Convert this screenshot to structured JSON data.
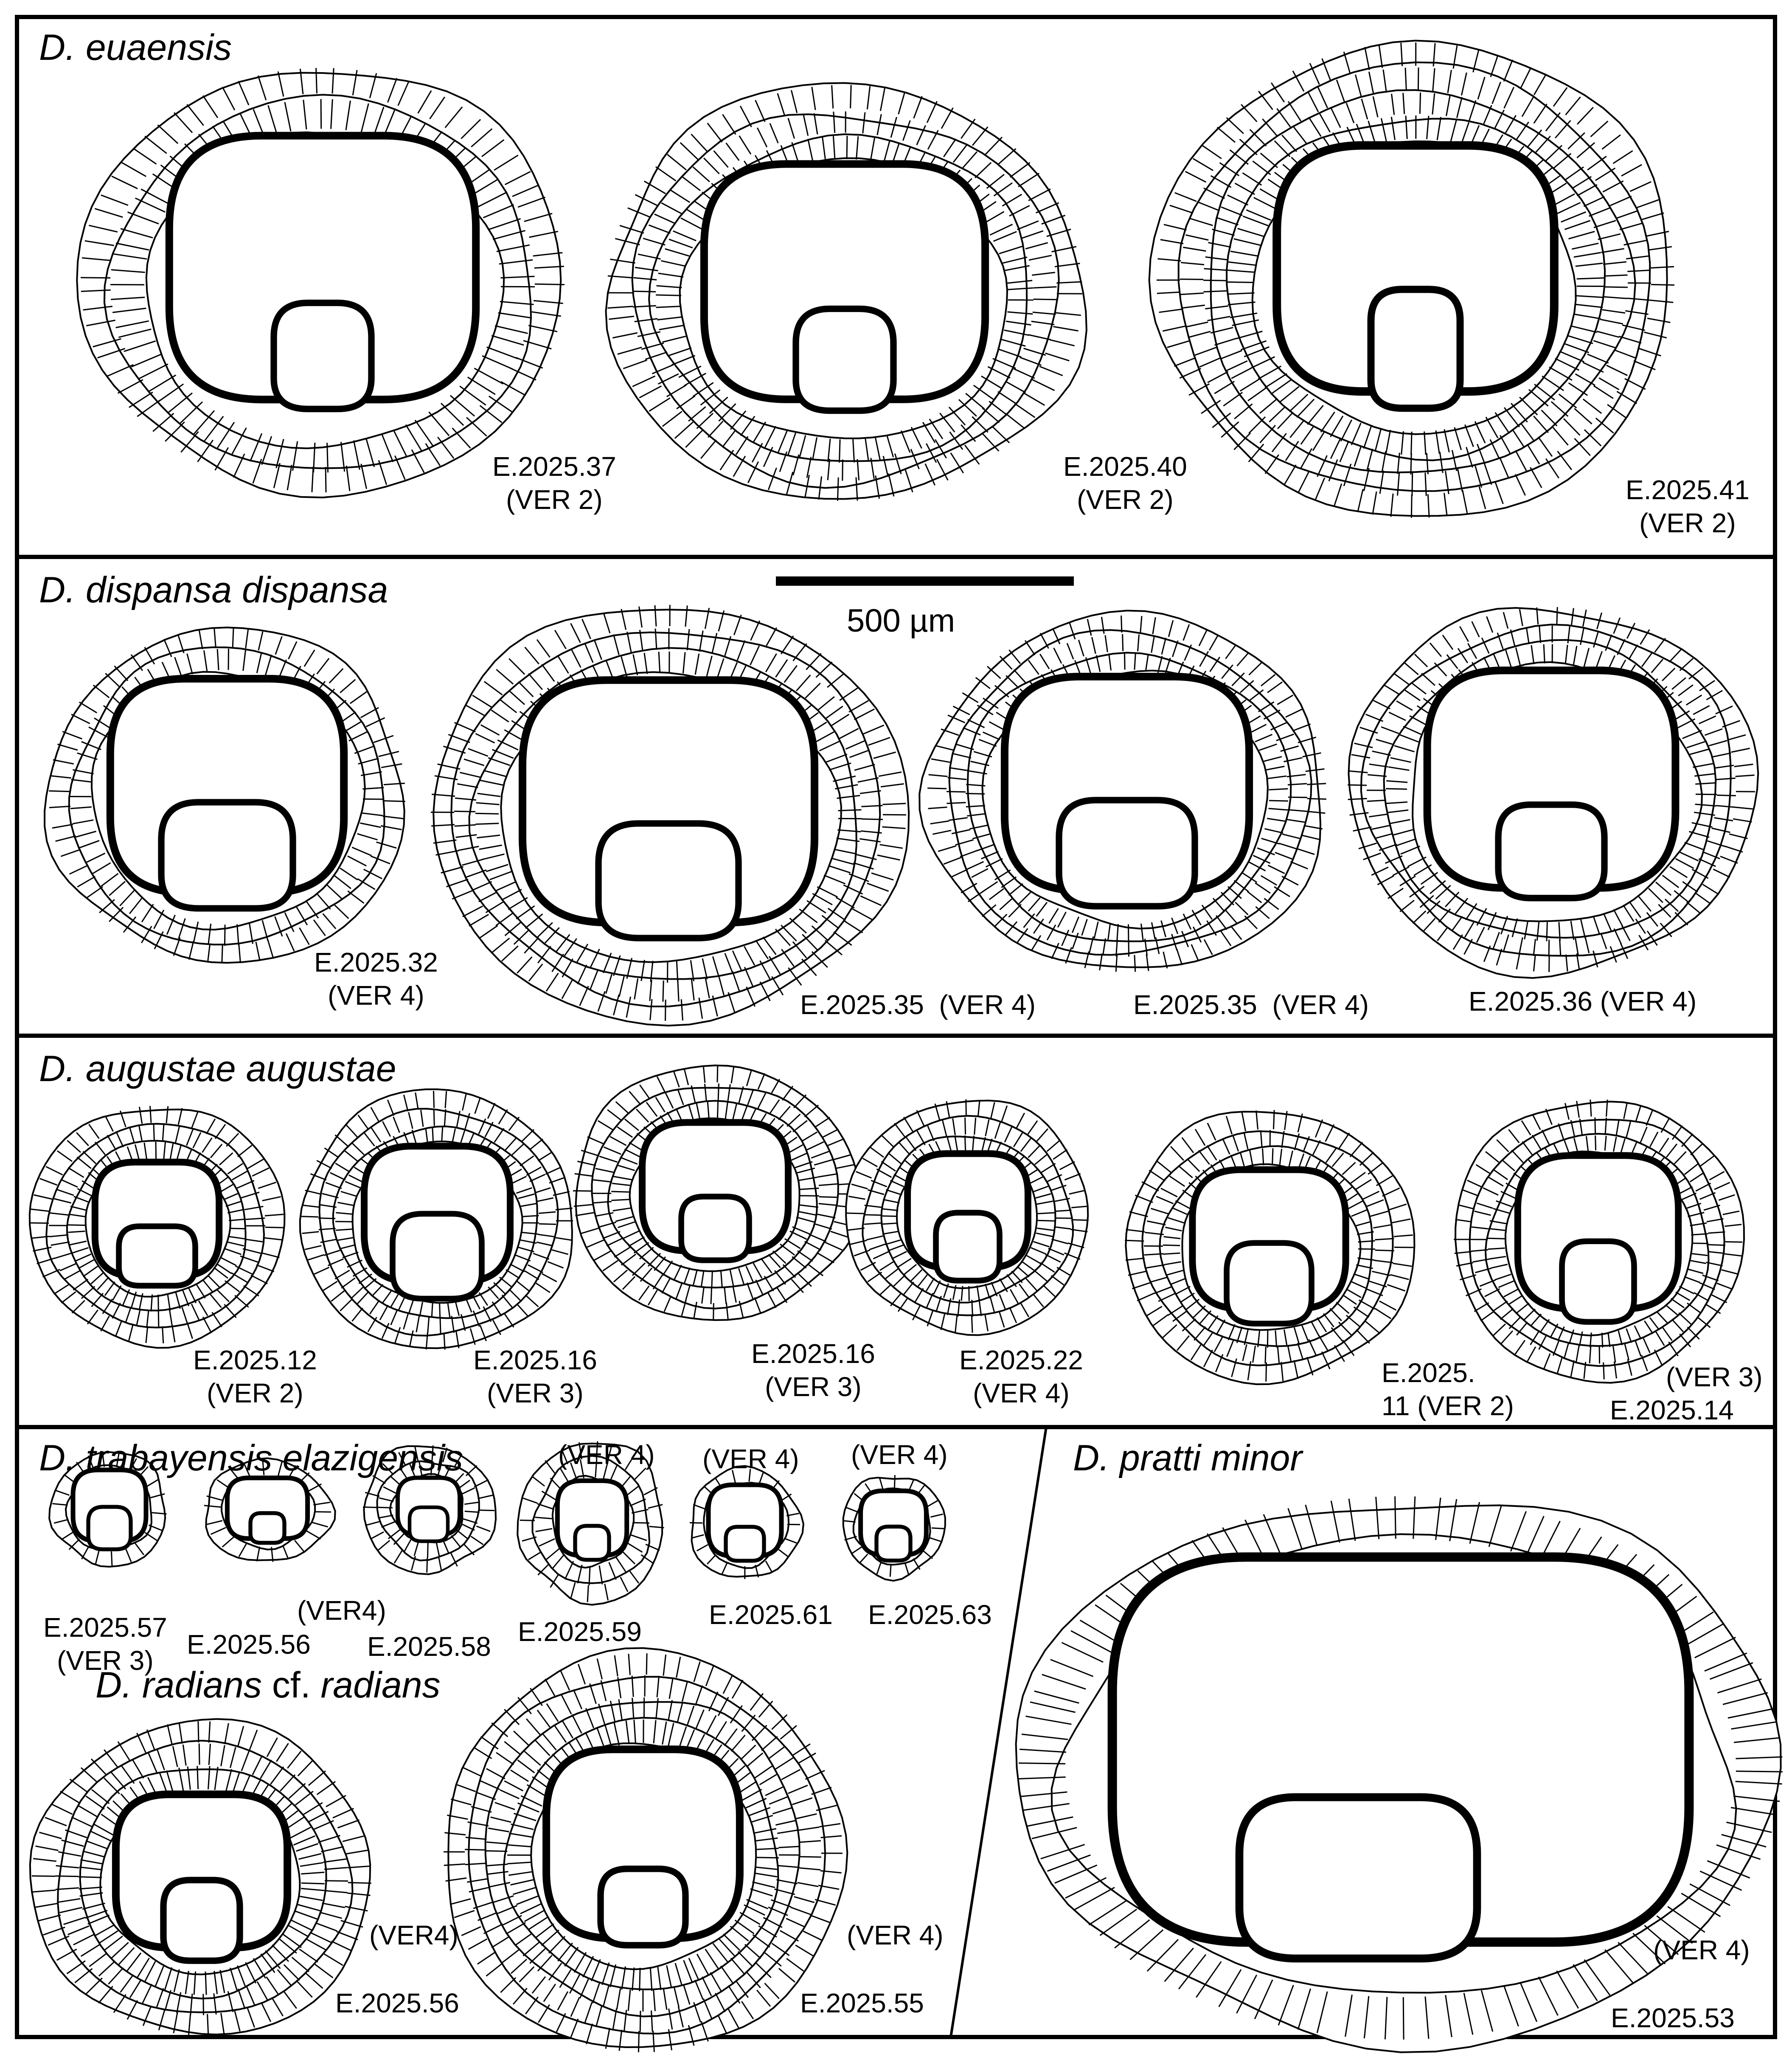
{
  "panels": [
    {
      "title": "D. euaensis",
      "specimens": [
        {
          "id": "E.2025.37",
          "ver": "(VER 2)"
        },
        {
          "id": "E.2025.40",
          "ver": "(VER 2)"
        },
        {
          "id": "E.2025.41",
          "ver": "(VER 2)"
        }
      ]
    },
    {
      "title": "D. dispansa dispansa",
      "specimens": [
        {
          "id": "E.2025.32",
          "ver": "(VER 4)"
        },
        {
          "id": "E.2025.35",
          "ver": "(VER 4)"
        },
        {
          "id": "E.2025.35",
          "ver": "(VER 4)"
        },
        {
          "id": "E.2025.36",
          "ver": "(VER 4)"
        }
      ]
    },
    {
      "title": "D. augustae augustae",
      "specimens": [
        {
          "id": "E.2025.12",
          "ver": "(VER 2)"
        },
        {
          "id": "E.2025.16",
          "ver": "(VER 3)"
        },
        {
          "id": "E.2025.16",
          "ver": "(VER 3)"
        },
        {
          "id": "E.2025.22",
          "ver": "(VER 4)"
        },
        {
          "id": "E.2025.",
          "ver": "11 (VER 2)"
        },
        {
          "id": "E.2025.14",
          "ver": "(VER 3)"
        }
      ]
    },
    {
      "title": "D. trabayensis elazigensis",
      "specimens": [
        {
          "id": "E.2025.57",
          "ver": "(VER 3)"
        },
        {
          "id": "E.2025.56",
          "ver": "(VER4)"
        },
        {
          "id": "E.2025.58",
          "ver": ""
        },
        {
          "id": "E.2025.59",
          "ver": "(VER 4)"
        },
        {
          "id": "E.2025.61",
          "ver": "(VER 4)"
        },
        {
          "id": "E.2025.63",
          "ver": "(VER 4)"
        }
      ]
    },
    {
      "title_italic_1": "D. radians",
      "title_plain": " cf. ",
      "title_italic_2": "radians",
      "specimens": [
        {
          "id": "E.2025.56",
          "ver": "(VER4)"
        },
        {
          "id": "E.2025.55",
          "ver": "(VER 4)"
        }
      ]
    },
    {
      "title": "D. pratti minor",
      "specimens": [
        {
          "id": "E.2025.53",
          "ver": "(VER 4)"
        }
      ]
    }
  ],
  "scale_bar": {
    "label": "500 µm"
  }
}
